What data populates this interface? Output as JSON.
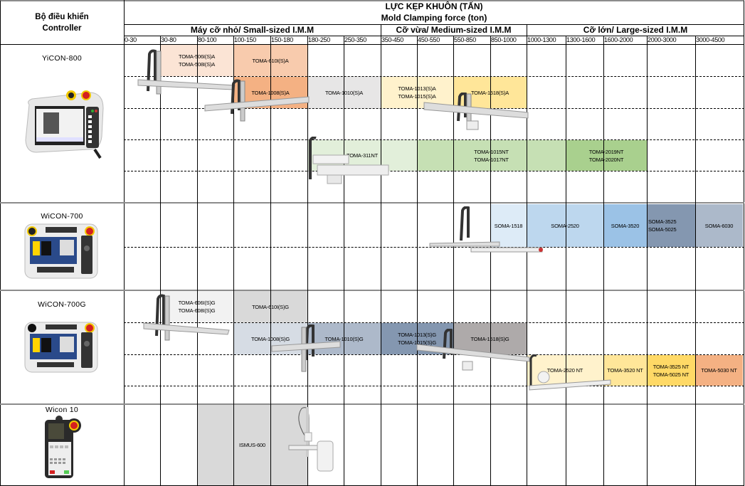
{
  "header": {
    "controller_vi": "Bộ điều khiển",
    "controller_en": "Controller",
    "title_vi": "LỰC KẸP KHUÔN (TẤN)",
    "title_en": "Mold Clamping force (ton)",
    "groups": [
      {
        "label": "Máy cỡ nhỏ/ Small-sized I.M.M"
      },
      {
        "label": "Cỡ vừa/ Medium-sized I.M.M"
      },
      {
        "label": "Cỡ lớn/ Large-sized I.M.M"
      }
    ],
    "ranges": [
      "0-30",
      "30-80",
      "80-100",
      "100-150",
      "150-180",
      "180-250",
      "250-350",
      "350-450",
      "450-550",
      "550-850",
      "850-1000",
      "1000-1300",
      "1300-1600",
      "1600-2000",
      "2000-3000",
      "3000-4500"
    ]
  },
  "controllers": [
    {
      "name": "YiCON-800"
    },
    {
      "name": "WiCON-700"
    },
    {
      "name": "WiCON-700G"
    },
    {
      "name": "Wicon 10"
    }
  ],
  "models": {
    "yicon": [
      {
        "lines": [
          "TOMA-506I(S)A",
          "TOMA-508I(S)A"
        ],
        "color": "#fbe4d5"
      },
      {
        "lines": [
          "TOMA-610I(S)A"
        ],
        "color": "#f8cbad"
      },
      {
        "lines": [
          "TOMA-1008(S)A"
        ],
        "color": "#f4b183"
      },
      {
        "lines": [
          "TOMA-1010(S)A"
        ],
        "color": "#e7e6e6"
      },
      {
        "lines": [
          "TOMA-1013(S)A",
          "TOMA-1015(S)A"
        ],
        "color": "#fff2cc"
      },
      {
        "lines": [
          "TOMA-1518(S)A"
        ],
        "color": "#ffe699"
      },
      {
        "lines": [
          "TOMA-311NT"
        ],
        "color": "#e2efda"
      },
      {
        "lines": [
          "TOMA-1015NT",
          "TOMA-1017NT"
        ],
        "color": "#c6e0b4"
      },
      {
        "lines": [
          "TOMA-2019NT",
          "TOMA-2020NT"
        ],
        "color": "#a9d08e"
      }
    ],
    "wicon700": [
      {
        "lines": [
          "SOMA-1518"
        ],
        "color": "#ddebf7"
      },
      {
        "lines": [
          "SOMA-2520"
        ],
        "color": "#bdd7ee"
      },
      {
        "lines": [
          "SOMA-3520"
        ],
        "color": "#9bc2e6"
      },
      {
        "lines": [
          "SOMA-3525",
          "SOMA-5025"
        ],
        "color": "#8497b0"
      },
      {
        "lines": [
          "SOMA-6030"
        ],
        "color": "#acb9ca"
      }
    ],
    "wicon700g": [
      {
        "lines": [
          "TOMA-606I(S)G",
          "TOMA-608I(S)G"
        ],
        "color": "#f2f2f2"
      },
      {
        "lines": [
          "TOMA-610I(S)G"
        ],
        "color": "#d9d9d9"
      },
      {
        "lines": [
          "TOMA-1008(S)G"
        ],
        "color": "#d6dce4"
      },
      {
        "lines": [
          "TOMA-1010(S)G"
        ],
        "color": "#adb9ca"
      },
      {
        "lines": [
          "TOMA-1013(S)G",
          "TOMA-1015(S)G"
        ],
        "color": "#8497b0"
      },
      {
        "lines": [
          "TOMA-1518(S)G"
        ],
        "color": "#aeaaaa"
      },
      {
        "lines": [
          "TOMA-2520 NT"
        ],
        "color": "#fff2cc"
      },
      {
        "lines": [
          "TOMA-3520 NT"
        ],
        "color": "#ffe699"
      },
      {
        "lines": [
          "TOMA-3525 NT",
          "TOMA-5025 NT"
        ],
        "color": "#ffd966"
      },
      {
        "lines": [
          "TOMA-5030 NT"
        ],
        "color": "#f4b183"
      }
    ],
    "wicon10": [
      {
        "lines": [
          "ISMUS-600"
        ],
        "color": "#d9d9d9"
      }
    ]
  }
}
